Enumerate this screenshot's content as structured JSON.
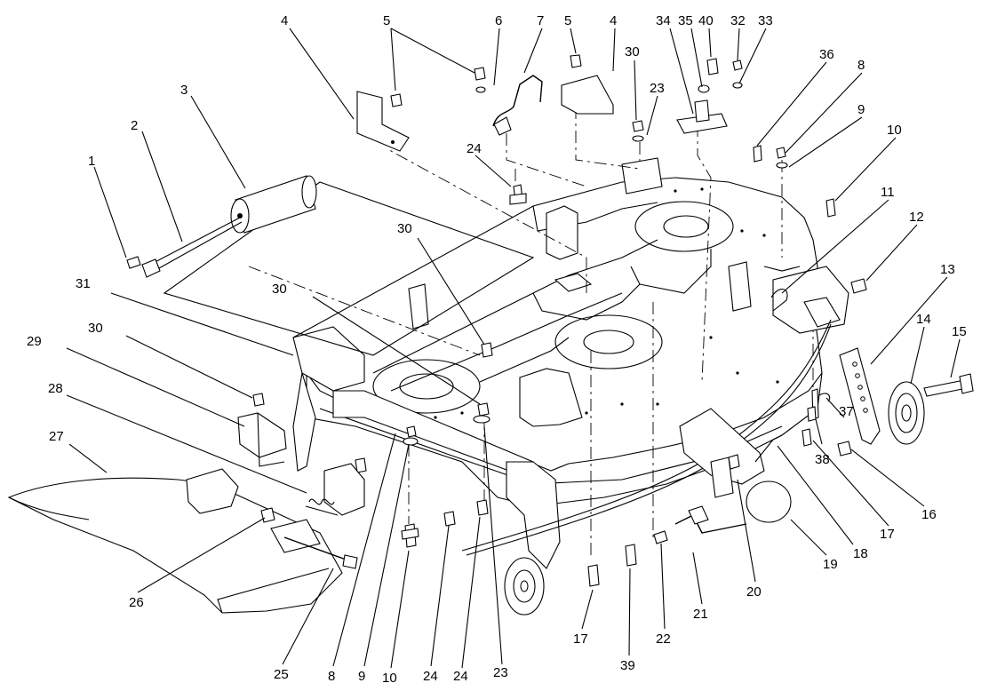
{
  "callouts": [
    {
      "id": "c1",
      "label": "1"
    },
    {
      "id": "c2",
      "label": "2"
    },
    {
      "id": "c3",
      "label": "3"
    },
    {
      "id": "c4a",
      "label": "4"
    },
    {
      "id": "c5a",
      "label": "5"
    },
    {
      "id": "c6",
      "label": "6"
    },
    {
      "id": "c7",
      "label": "7"
    },
    {
      "id": "c5b",
      "label": "5"
    },
    {
      "id": "c4b",
      "label": "4"
    },
    {
      "id": "c30a",
      "label": "30"
    },
    {
      "id": "c23a",
      "label": "23"
    },
    {
      "id": "c34",
      "label": "34"
    },
    {
      "id": "c35",
      "label": "35"
    },
    {
      "id": "c40",
      "label": "40"
    },
    {
      "id": "c32",
      "label": "32"
    },
    {
      "id": "c33",
      "label": "33"
    },
    {
      "id": "c36",
      "label": "36"
    },
    {
      "id": "c8a",
      "label": "8"
    },
    {
      "id": "c9a",
      "label": "9"
    },
    {
      "id": "c10a",
      "label": "10"
    },
    {
      "id": "c11",
      "label": "11"
    },
    {
      "id": "c12",
      "label": "12"
    },
    {
      "id": "c13",
      "label": "13"
    },
    {
      "id": "c14",
      "label": "14"
    },
    {
      "id": "c15",
      "label": "15"
    },
    {
      "id": "c24a",
      "label": "24"
    },
    {
      "id": "c30b",
      "label": "30"
    },
    {
      "id": "c31",
      "label": "31"
    },
    {
      "id": "c30c",
      "label": "30"
    },
    {
      "id": "c30d",
      "label": "30"
    },
    {
      "id": "c29",
      "label": "29"
    },
    {
      "id": "c28",
      "label": "28"
    },
    {
      "id": "c27",
      "label": "27"
    },
    {
      "id": "c26",
      "label": "26"
    },
    {
      "id": "c25",
      "label": "25"
    },
    {
      "id": "c8b",
      "label": "8"
    },
    {
      "id": "c9b",
      "label": "9"
    },
    {
      "id": "c10b",
      "label": "10"
    },
    {
      "id": "c24b",
      "label": "24"
    },
    {
      "id": "c24c",
      "label": "24"
    },
    {
      "id": "c23b",
      "label": "23"
    },
    {
      "id": "c17a",
      "label": "17"
    },
    {
      "id": "c39",
      "label": "39"
    },
    {
      "id": "c22",
      "label": "22"
    },
    {
      "id": "c21",
      "label": "21"
    },
    {
      "id": "c20",
      "label": "20"
    },
    {
      "id": "c19",
      "label": "19"
    },
    {
      "id": "c18",
      "label": "18"
    },
    {
      "id": "c17b",
      "label": "17"
    },
    {
      "id": "c16",
      "label": "16"
    },
    {
      "id": "c37",
      "label": "37"
    },
    {
      "id": "c38",
      "label": "38"
    }
  ]
}
